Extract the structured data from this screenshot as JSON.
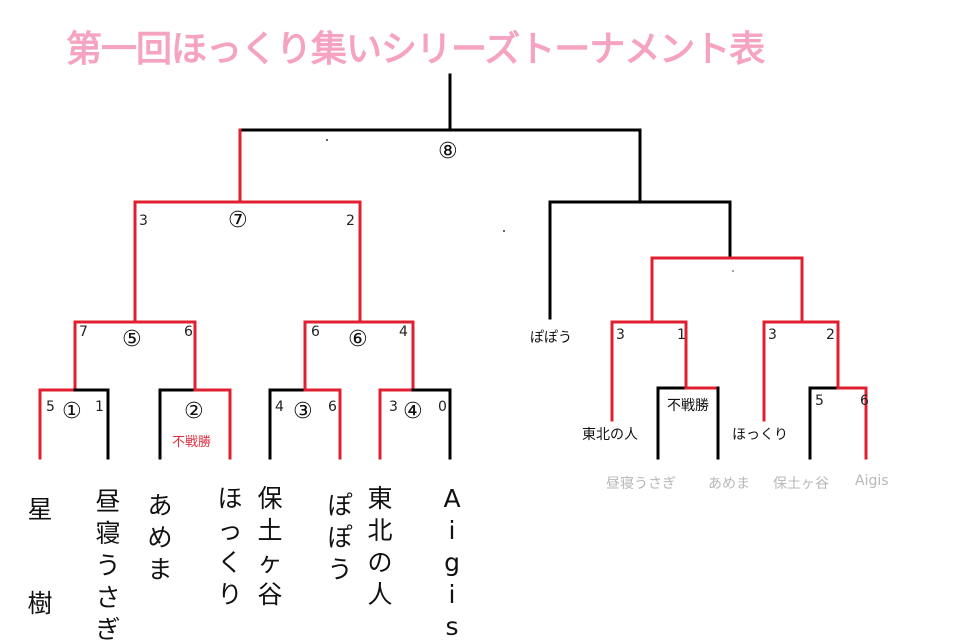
{
  "title": "第一回ほっくり集いシリーズトーナメント表",
  "match_numbers": {
    "m1": "①",
    "m2": "②",
    "m3": "③",
    "m4": "④",
    "m5": "⑤",
    "m6": "⑥",
    "m7": "⑦",
    "m8": "⑧"
  },
  "walkover": "不戦勝",
  "left_players": {
    "p1a": "星",
    "p1b": "樹",
    "p2": "昼寝うさぎ",
    "p3": "あめま",
    "p4": "ほっくり",
    "p5": "保土ヶ谷",
    "p6": "ぽぽう",
    "p7": "東北の人",
    "p8": "Aigis"
  },
  "right_labels": {
    "popou": "ぽぽう",
    "tohoku": "東北の人",
    "fusen": "不戦勝",
    "hokkuri": "ほっくり"
  },
  "right_gray": [
    "昼寝うさぎ",
    "あめま",
    "保土ヶ谷",
    "Aigis"
  ],
  "scores": {
    "m1_l": "5",
    "m1_r": "1",
    "m3_l": "4",
    "m3_r": "6",
    "m4_l": "3",
    "m4_r": "0",
    "m5_l": "7",
    "m5_r": "6",
    "m6_l": "6",
    "m6_r": "4",
    "m7_l": "3",
    "m7_r": "2",
    "r1_l": "3",
    "r1_r": "1",
    "r2_l": "3",
    "r2_r": "2",
    "r3_l": "5",
    "r3_r": "6"
  },
  "colors": {
    "win": "#e02030",
    "line": "#000000",
    "title": "#f5a3c0",
    "faded": "#b8b8b8"
  }
}
